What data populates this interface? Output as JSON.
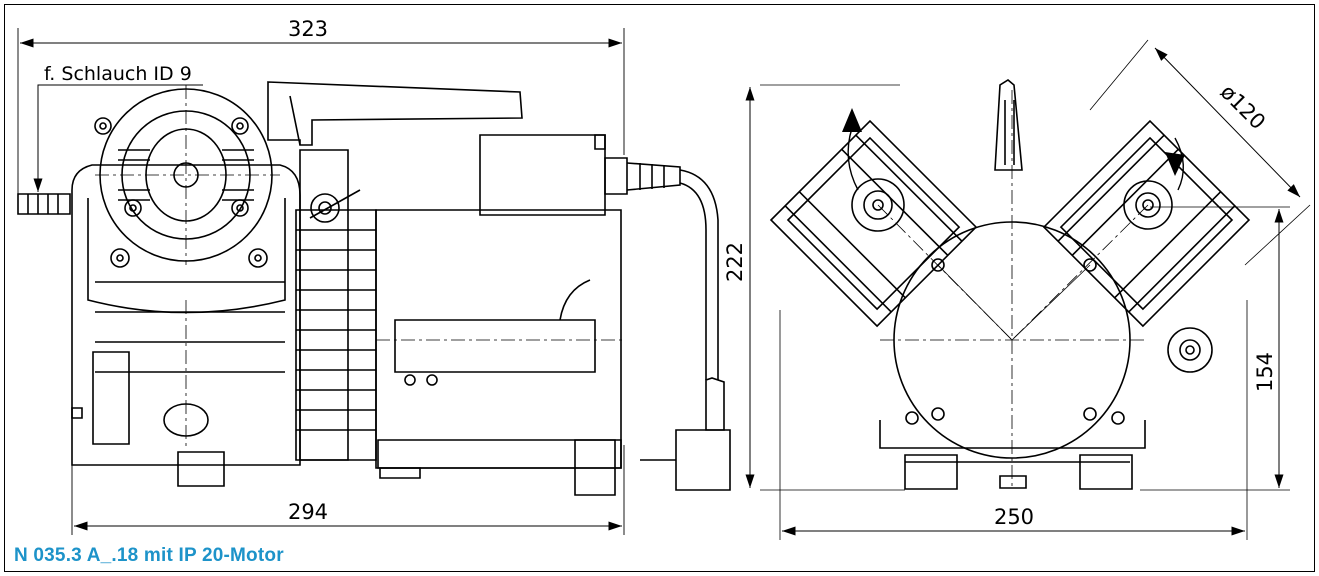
{
  "drawing": {
    "dimensions": {
      "overall_length": "323",
      "base_length": "294",
      "height": "222",
      "head_diameter": "ø120",
      "base_width": "250",
      "port_height": "154"
    },
    "hose_label": "f. Schlauch ID 9",
    "caption": "N 035.3 A_.18 mit IP 20-Motor"
  }
}
